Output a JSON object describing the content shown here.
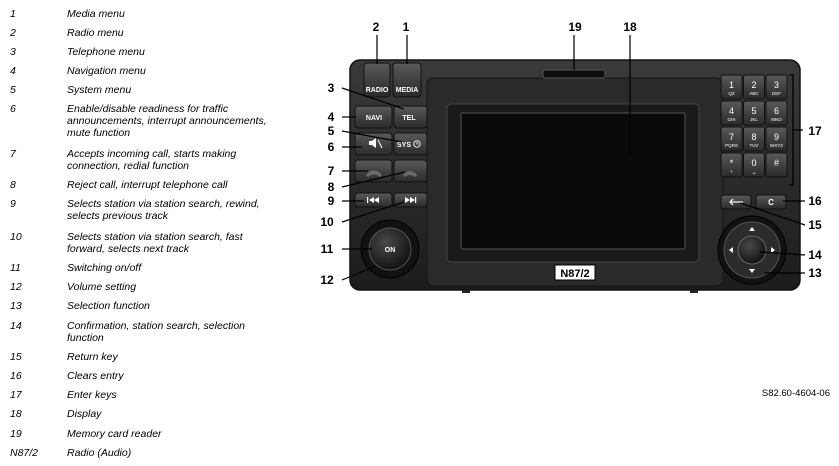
{
  "legend": [
    {
      "num": "1",
      "text": "Media menu"
    },
    {
      "num": "2",
      "text": "Radio menu"
    },
    {
      "num": "3",
      "text": "Telephone menu"
    },
    {
      "num": "4",
      "text": "Navigation menu"
    },
    {
      "num": "5",
      "text": "System menu"
    },
    {
      "num": "6",
      "text": "Enable/disable readiness for traffic announcements, interrupt announcements, mute function"
    },
    {
      "num": "7",
      "text": "Accepts incoming call, starts making connection, redial function"
    },
    {
      "num": "8",
      "text": "Reject call, interrupt telephone call"
    },
    {
      "num": "9",
      "text": "Selects station via station search, rewind, selects previous track"
    },
    {
      "num": "10",
      "text": "Selects station via station search, fast forward, selects next track"
    },
    {
      "num": "11",
      "text": "Switching on/off"
    },
    {
      "num": "12",
      "text": "Volume setting"
    },
    {
      "num": "13",
      "text": "Selection function"
    },
    {
      "num": "14",
      "text": "Confirmation, station search, selection function"
    },
    {
      "num": "15",
      "text": "Return key"
    },
    {
      "num": "16",
      "text": "Clears entry"
    },
    {
      "num": "17",
      "text": "Enter keys"
    },
    {
      "num": "18",
      "text": "Display"
    },
    {
      "num": "19",
      "text": "Memory card reader"
    },
    {
      "num": "N87/2",
      "text": "Radio (Audio)"
    }
  ],
  "buttons": {
    "radio": "RADIO",
    "media": "MEDIA",
    "navi": "NAVI",
    "tel": "TEL",
    "sys": "SYS",
    "on": "ON",
    "clear": "C"
  },
  "keypad": [
    {
      "main": "1",
      "sub": "QZ"
    },
    {
      "main": "2",
      "sub": "ABC"
    },
    {
      "main": "3",
      "sub": "DEF"
    },
    {
      "main": "4",
      "sub": "GHI"
    },
    {
      "main": "5",
      "sub": "JKL"
    },
    {
      "main": "6",
      "sub": "MNO"
    },
    {
      "main": "7",
      "sub": "PQRS"
    },
    {
      "main": "8",
      "sub": "TUV"
    },
    {
      "main": "9",
      "sub": "WXYZ"
    },
    {
      "main": "*",
      "sub": "+"
    },
    {
      "main": "0",
      "sub": "␣"
    },
    {
      "main": "#",
      "sub": ""
    }
  ],
  "callouts": {
    "c1": "1",
    "c2": "2",
    "c3": "3",
    "c4": "4",
    "c5": "5",
    "c6": "6",
    "c7": "7",
    "c8": "8",
    "c9": "9",
    "c10": "10",
    "c11": "11",
    "c12": "12",
    "c13": "13",
    "c14": "14",
    "c15": "15",
    "c16": "16",
    "c17": "17",
    "c18": "18",
    "c19": "19"
  },
  "unit_label": "N87/2",
  "figure_code": "S82.60-4604-06",
  "icons": [
    "mute-icon",
    "phone-accept-icon",
    "phone-reject-icon",
    "rewind-icon",
    "fast-forward-icon",
    "return-icon",
    "arrow-up-icon",
    "arrow-down-icon",
    "arrow-left-icon",
    "arrow-right-icon",
    "clock-icon"
  ]
}
